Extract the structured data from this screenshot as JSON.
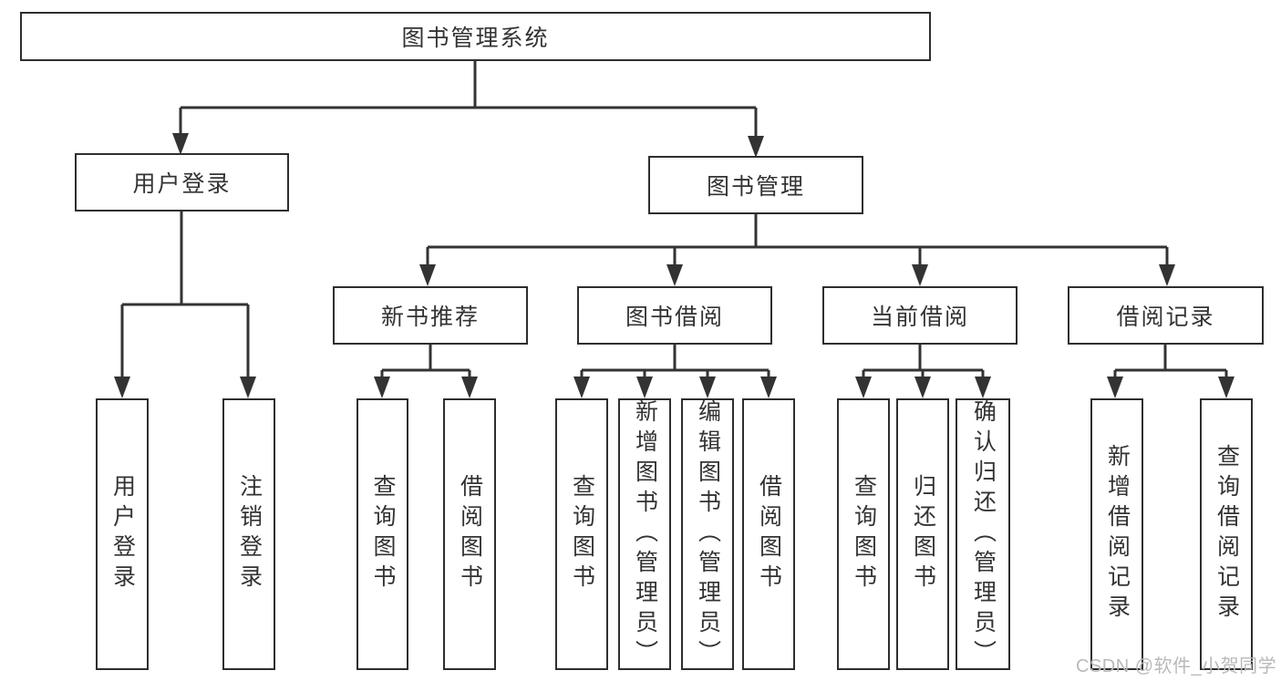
{
  "nodes": {
    "root": {
      "label": "图书管理系统"
    },
    "user_login": {
      "label": "用户登录"
    },
    "book_management": {
      "label": "图书管理"
    },
    "new_book_recommendation": {
      "label": "新书推荐"
    },
    "book_borrowing": {
      "label": "图书借阅"
    },
    "current_borrowing": {
      "label": "当前借阅"
    },
    "borrowing_records": {
      "label": "借阅记录"
    },
    "leaf_user_login": {
      "label": "用户登录"
    },
    "leaf_logout": {
      "label": "注销登录"
    },
    "leaf_query_books_recommend": {
      "label": "查询图书"
    },
    "leaf_borrow_books_recommend": {
      "label": "借阅图书"
    },
    "leaf_query_books_borrow": {
      "label": "查询图书"
    },
    "leaf_add_books_admin": {
      "label": "新增图书（管理员）"
    },
    "leaf_edit_books_admin": {
      "label": "编辑图书（管理员）"
    },
    "leaf_borrow_books_borrow": {
      "label": "借阅图书"
    },
    "leaf_query_books_current": {
      "label": "查询图书"
    },
    "leaf_return_books": {
      "label": "归还图书"
    },
    "leaf_confirm_return_admin": {
      "label": "确认归还（管理员）"
    },
    "leaf_add_borrow_record": {
      "label": "新增借阅记录"
    },
    "leaf_query_borrow_record": {
      "label": "查询借阅记录"
    }
  },
  "watermark": {
    "text": "CSDN @软件_小贺同学"
  },
  "colors": {
    "line": "#333333",
    "box_border": "#2e2e2e",
    "text": "#333333",
    "watermark": "#b9b9b9",
    "background": "#ffffff"
  }
}
